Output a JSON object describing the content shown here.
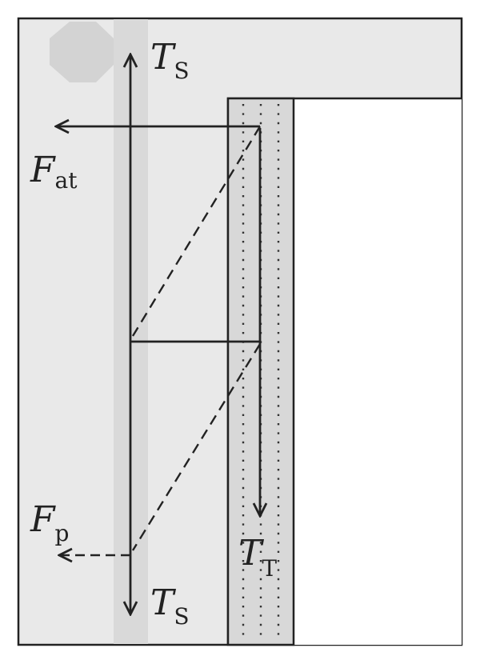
{
  "colors": {
    "frame_fill": "#e9e9e9",
    "band_fill": "#d9d9d9",
    "column_fill": "#d8d8d8",
    "octagon_fill": "#d3d3d3",
    "stroke": "#222222",
    "interior_fill": "#ffffff"
  },
  "labels": {
    "ts_top": {
      "symbol": "T",
      "subscript": "S"
    },
    "ts_bottom": {
      "symbol": "T",
      "subscript": "S"
    },
    "f_at": {
      "symbol": "F",
      "subscript": "at"
    },
    "f_p": {
      "symbol": "F",
      "subscript": "p"
    },
    "t_t": {
      "symbol": "T",
      "subscript": "T"
    }
  }
}
